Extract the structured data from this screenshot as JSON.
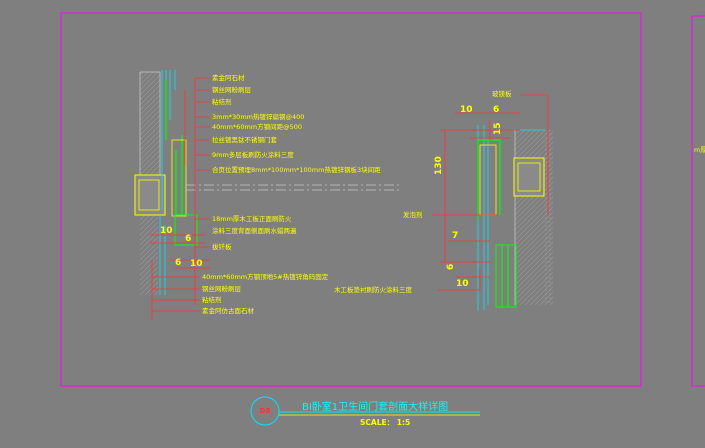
{
  "left_labels": [
    "素金阿石材",
    "钢丝网粉刷层",
    "粘结剂",
    "3mm*30mm热镀锌扁钢@400",
    "40mm*60mm方钢间距@500",
    "拉丝镀黑钛不锈钢门套",
    "9mm多层板刷防火涂料三度",
    "合页位置预埋8mm*100mm*100mm热镀锌钢板3块间距",
    "18mm厚木工板正面刷防火",
    "涂料三度背面侧面刷水蜡两遍",
    "拔钎板",
    "40mm*60mm方钢顶地5#热镀锌角码固定",
    "钢丝网粉刷层",
    "粘结剂",
    "素金阿仿古面石材"
  ],
  "right_labels": {
    "top": "玻镁板",
    "middle": "发泡剂",
    "bottom": "木工板垫衬刷防火涂料三度"
  },
  "dims_left": [
    "10",
    "6",
    "6",
    "10"
  ],
  "dims_right": [
    "10",
    "6",
    "15",
    "130",
    "7",
    "6",
    "10"
  ],
  "edge_text": "m厚",
  "title": {
    "tag": "D8",
    "text": "BI卧室1卫生间门套剖面大样详图",
    "scale": "SCALE：  1:5"
  }
}
